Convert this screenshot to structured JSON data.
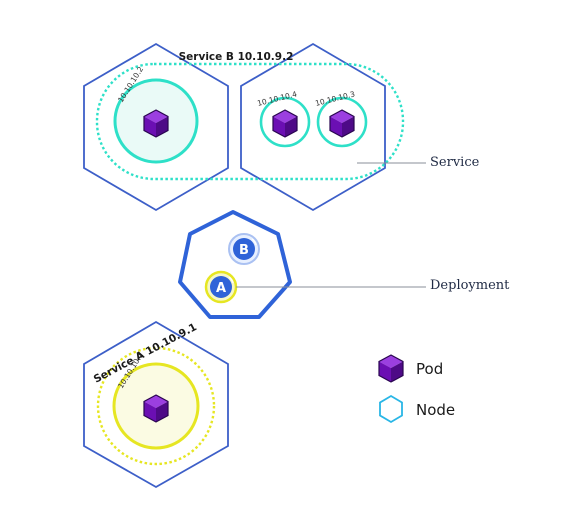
{
  "service_b": {
    "label": "Service B 10.10.9.2"
  },
  "service_a": {
    "label": "Service A  10.10.9.1"
  },
  "pods": {
    "left_top": {
      "ip": "10.10.10.2"
    },
    "right_top_1": {
      "ip": "10.10.10.4"
    },
    "right_top_2": {
      "ip": "10.10.10.3"
    },
    "bottom": {
      "ip": "10.10.10.1"
    }
  },
  "deployment": {
    "badge_b": "B",
    "badge_a": "A"
  },
  "callouts": {
    "service": "Service",
    "deployment": "Deployment"
  },
  "legend": {
    "pod": "Pod",
    "node": "Node"
  },
  "colors": {
    "node_stroke": "#3d5fc8",
    "service_b": "#2ee0c8",
    "service_a": "#e6e622",
    "pod_purple": "#6b0fb3",
    "badge_blue": "#2f63d8",
    "legend_node": "#29b6e6"
  }
}
